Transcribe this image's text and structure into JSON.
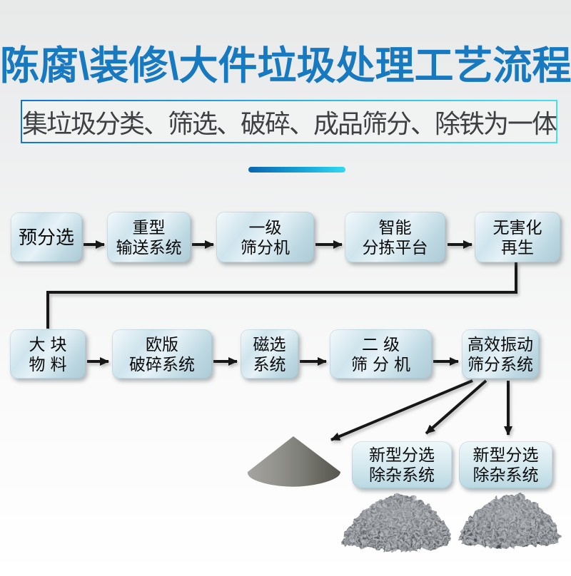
{
  "header": {
    "title": "陈腐\\装修\\大件垃圾处理工艺流程",
    "subtitle": "集垃圾分类、筛选、破碎、成品筛分、除铁为一体"
  },
  "flow": {
    "row1": [
      {
        "label": "预分选",
        "lines": [
          "预分选"
        ]
      },
      {
        "label": "重型输送系统",
        "lines": [
          "重型",
          "输送系统"
        ]
      },
      {
        "label": "一级筛分机",
        "lines": [
          "一级",
          "筛分机"
        ]
      },
      {
        "label": "智能分拣平台",
        "lines": [
          "智能",
          "分拣平台"
        ]
      },
      {
        "label": "无害化再生",
        "lines": [
          "无害化",
          "再生"
        ]
      }
    ],
    "row2": [
      {
        "label": "大块物料",
        "lines": [
          "大块",
          "物料"
        ]
      },
      {
        "label": "欧版破碎系统",
        "lines": [
          "欧版",
          "破碎系统"
        ]
      },
      {
        "label": "磁选系统",
        "lines": [
          "磁选",
          "系统"
        ]
      },
      {
        "label": "二级筛分机",
        "lines": [
          "二级",
          "筛分机"
        ]
      },
      {
        "label": "高效振动筛分系统",
        "lines": [
          "高效振动",
          "筛分系统"
        ]
      }
    ],
    "outputs": [
      {
        "label": "新型分选除杂系统",
        "lines": [
          "新型分选",
          "除杂系统"
        ]
      },
      {
        "label": "新型分选除杂系统",
        "lines": [
          "新型分选",
          "除杂系统"
        ]
      }
    ]
  },
  "illustrations": {
    "cone": "gray-fine-material-cone",
    "pile_left": "crushed-aggregate-pile",
    "pile_right": "crushed-aggregate-pile"
  },
  "colors": {
    "title_blue": "#1779c0",
    "accent_gradient_start": "#0b66b0",
    "accent_gradient_end": "#33d9f2",
    "subtitle_text": "#3e4144",
    "subtitle_border_start": "#1273d4",
    "subtitle_border_end": "#44e0f5",
    "box_fill_light": "#f4fafc",
    "box_fill_dark": "#adcad6",
    "arrow_black": "#171717",
    "background_top": "#e8e9e9",
    "background_bottom": "#ffffff"
  }
}
